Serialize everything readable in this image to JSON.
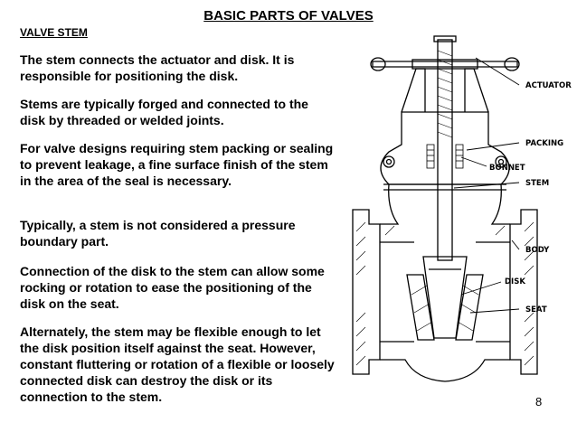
{
  "slide": {
    "title": "BASIC PARTS OF VALVES",
    "section_heading": "VALVE STEM",
    "paragraphs": [
      "The stem connects the actuator and disk. It is responsible for positioning the disk.",
      "Stems are typically forged and connected to the disk by threaded or welded joints.",
      "For valve designs requiring stem packing or sealing to prevent leakage, a fine surface finish of the stem in the area of the seal is necessary.",
      "Typically, a stem is not considered a pressure boundary part.",
      "Connection of the disk to the stem can allow some rocking or rotation to ease  the positioning of the disk on the seat.",
      "Alternately, the stem may be flexible enough to let the disk position itself against the seat. However, constant fluttering or rotation of a flexible or loosely connected disk can destroy the disk or its connection to the stem."
    ],
    "page_number": "8"
  },
  "diagram": {
    "labels": {
      "actuator": "ACTUATOR",
      "packing": "PACKING",
      "bonnet": "BONNET",
      "stem": "STEM",
      "body": "BODY",
      "disk": "DISK",
      "seat": "SEAT"
    }
  }
}
